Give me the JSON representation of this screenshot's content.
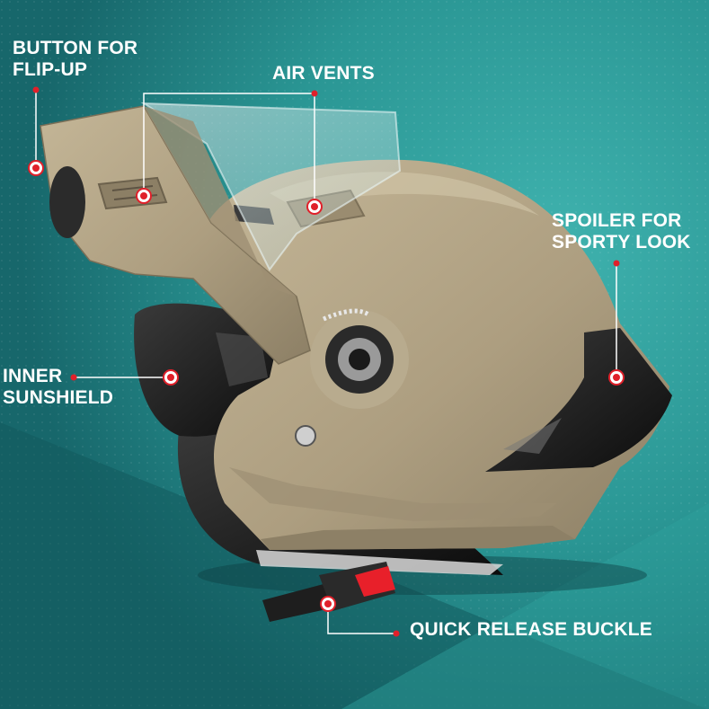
{
  "callouts": {
    "flip_up_button": {
      "line1": "BUTTON FOR",
      "line2": "FLIP-UP"
    },
    "air_vents": {
      "line1": "AIR VENTS"
    },
    "spoiler": {
      "line1": "SPOILER FOR",
      "line2": "SPORTY LOOK"
    },
    "inner_sunshield": {
      "line1": "INNER",
      "line2": "SUNSHIELD"
    },
    "quick_release_buckle": {
      "line1": "QUICK RELEASE BUCKLE"
    }
  },
  "colors": {
    "background_teal": "#2a9a98",
    "background_dark_teal": "#17676b",
    "helmet_shell": "#b3a486",
    "helmet_shadow": "#8f8268",
    "marker_red": "#e0202a",
    "buckle_red": "#e8202a",
    "label_white": "#ffffff"
  }
}
